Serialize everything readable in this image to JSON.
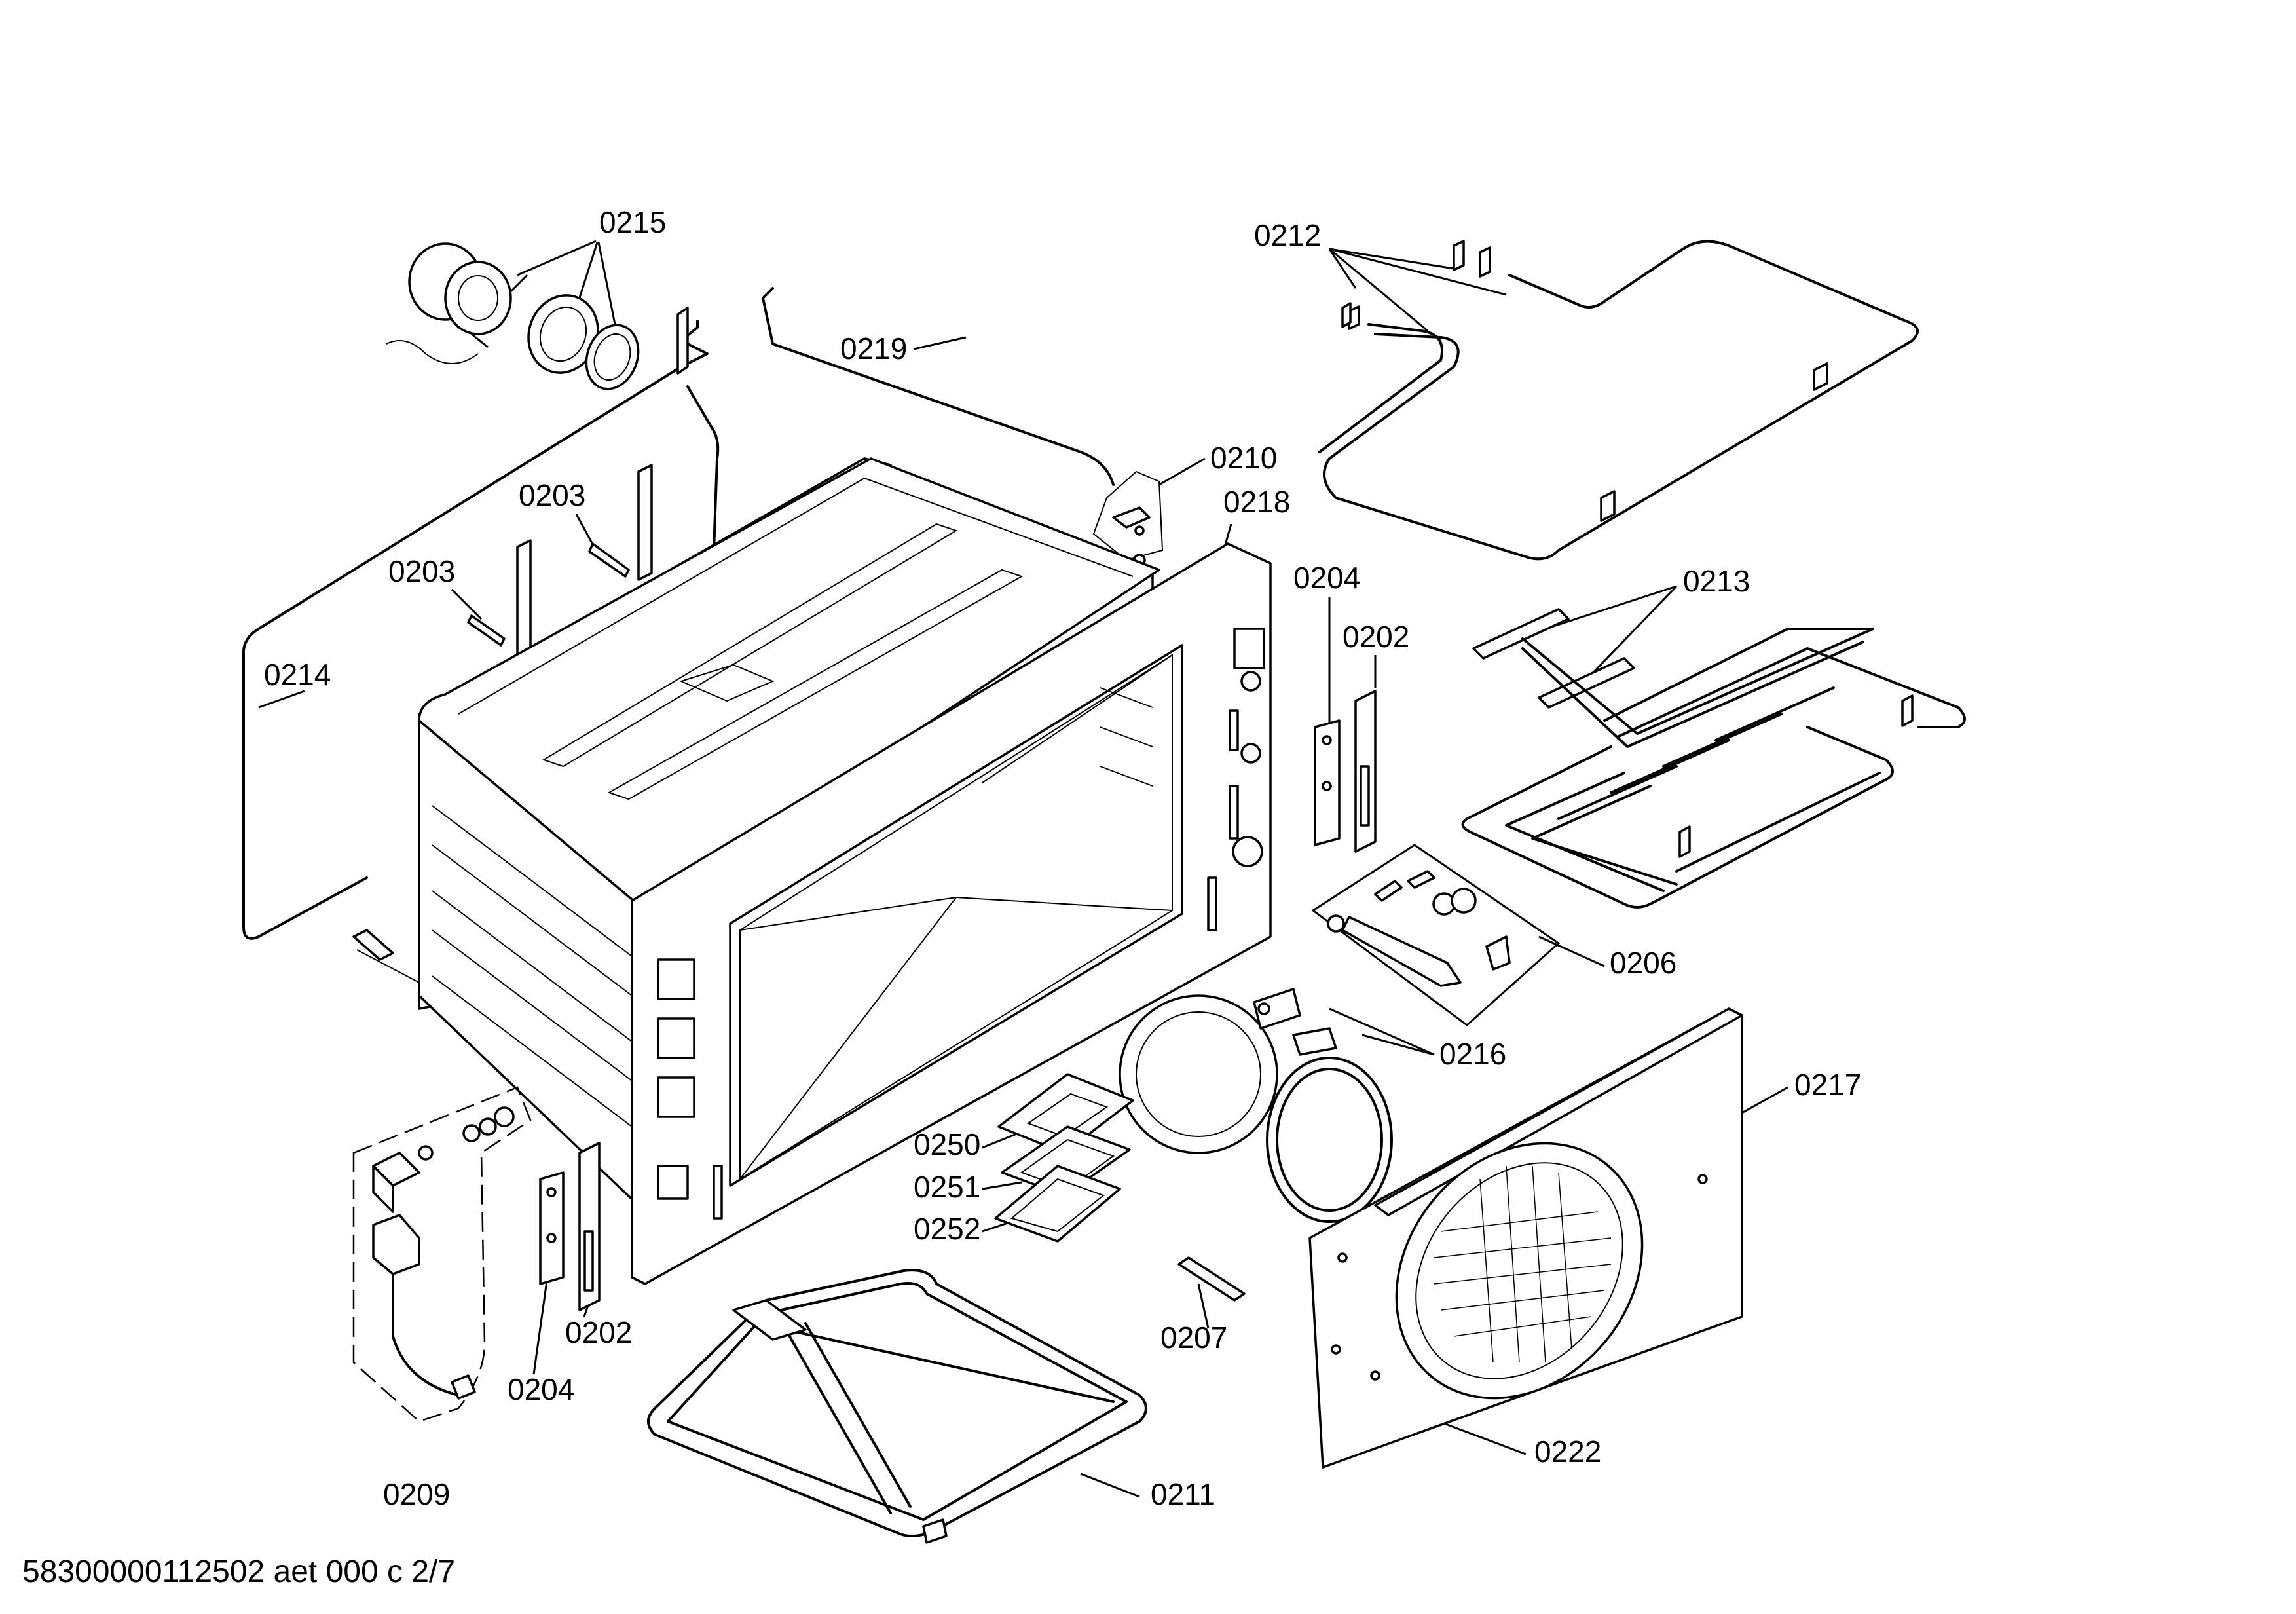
{
  "drawing": {
    "footer_code": "58300000112502 aet 000 c 2/7"
  },
  "labels": {
    "p0202a": "0202",
    "p0202b": "0202",
    "p0203a": "0203",
    "p0203b": "0203",
    "p0204a": "0204",
    "p0204b": "0204",
    "p0206": "0206",
    "p0207": "0207",
    "p0209": "0209",
    "p0210": "0210",
    "p0211": "0211",
    "p0212": "0212",
    "p0213": "0213",
    "p0214": "0214",
    "p0215": "0215",
    "p0216": "0216",
    "p0217": "0217",
    "p0218": "0218",
    "p0219": "0219",
    "p0222": "0222",
    "p0250": "0250",
    "p0251": "0251",
    "p0252": "0252"
  }
}
